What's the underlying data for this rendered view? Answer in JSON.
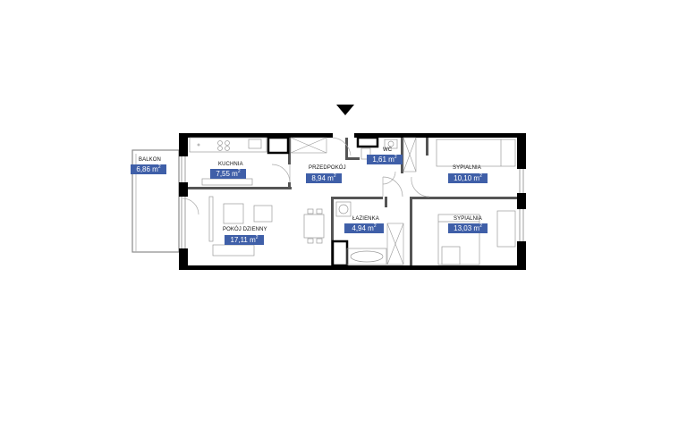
{
  "rooms": {
    "balkon": {
      "label": "BALKON",
      "area": "6,86 m",
      "sup": "2"
    },
    "kuchnia": {
      "label": "KUCHNIA",
      "area": "7,55 m",
      "sup": "2"
    },
    "przedpokoj": {
      "label": "PRZEDPOKÓJ",
      "area": "8,94 m",
      "sup": "2"
    },
    "wc": {
      "label": "WC",
      "area": "1,61 m",
      "sup": "2"
    },
    "sypialnia1": {
      "label": "SYPIALNIA",
      "area": "10,10 m",
      "sup": "2"
    },
    "lazienka": {
      "label": "ŁAZIENKA",
      "area": "4,94 m",
      "sup": "2"
    },
    "pokoj": {
      "label": "POKÓJ DZIENNY",
      "area": "17,11 m",
      "sup": "2"
    },
    "sypialnia2": {
      "label": "SYPIALNIA",
      "area": "13,03 m",
      "sup": "2"
    }
  },
  "colors": {
    "badge": "#3f5fa8",
    "wall": "#000000",
    "line": "#9a9a9a"
  }
}
